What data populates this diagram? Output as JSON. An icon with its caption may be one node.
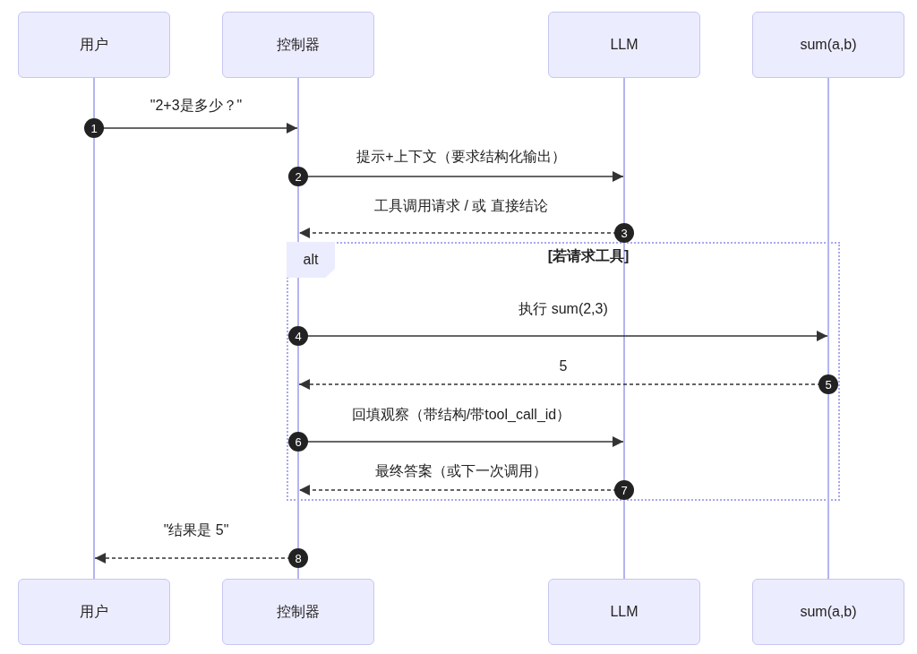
{
  "diagram": {
    "nodes": [
      {
        "text": [
          "用户"
        ]
      },
      {
        "text": [
          "控制器"
        ]
      },
      {
        "text": [
          "LLM"
        ]
      },
      {
        "text": [
          "sum(a,b)"
        ]
      },
      {
        "text": [
          "用户"
        ]
      },
      {
        "text": [
          "控制器"
        ]
      },
      {
        "text": [
          "LLM"
        ]
      },
      {
        "text": [
          "sum(a,b)"
        ]
      },
      {
        "text": [],
        "shape": "bar"
      },
      {
        "text": [],
        "shape": "bar"
      },
      {
        "text": [],
        "shape": "bar"
      },
      {
        "text": [],
        "shape": "bar"
      }
    ],
    "edges": [
      {
        "from": 8,
        "to": 9,
        "arrow": "to",
        "label": "\"2+3是多少？\""
      },
      {
        "from": 9,
        "to": 10,
        "arrow": "to",
        "label": "提示+上下文（要求结构化输出）"
      },
      {
        "from": 10,
        "to": 9,
        "arrow": "to",
        "label": "工具调用请求 / 或 直接结论",
        "style": "dashed"
      },
      {
        "from": 9,
        "to": 11,
        "arrow": "to",
        "label": "执行 sum(2,3)"
      },
      {
        "from": 11,
        "to": 9,
        "arrow": "to",
        "label": "5",
        "style": "dashed"
      },
      {
        "from": 9,
        "to": 10,
        "arrow": "to",
        "label": "回填观察（带结构/带tool_call_id）"
      },
      {
        "from": 10,
        "to": 9,
        "arrow": "to",
        "label": "最终答案（或下一次调用）",
        "style": "dashed"
      },
      {
        "from": 9,
        "to": 8,
        "arrow": "to",
        "label": "\"结果是 5\"",
        "style": "dashed"
      }
    ],
    "labels": [
      "1",
      "2",
      "3",
      "alt",
      "[若请求工具]",
      "4",
      "5",
      "6",
      "7",
      "8"
    ]
  }
}
